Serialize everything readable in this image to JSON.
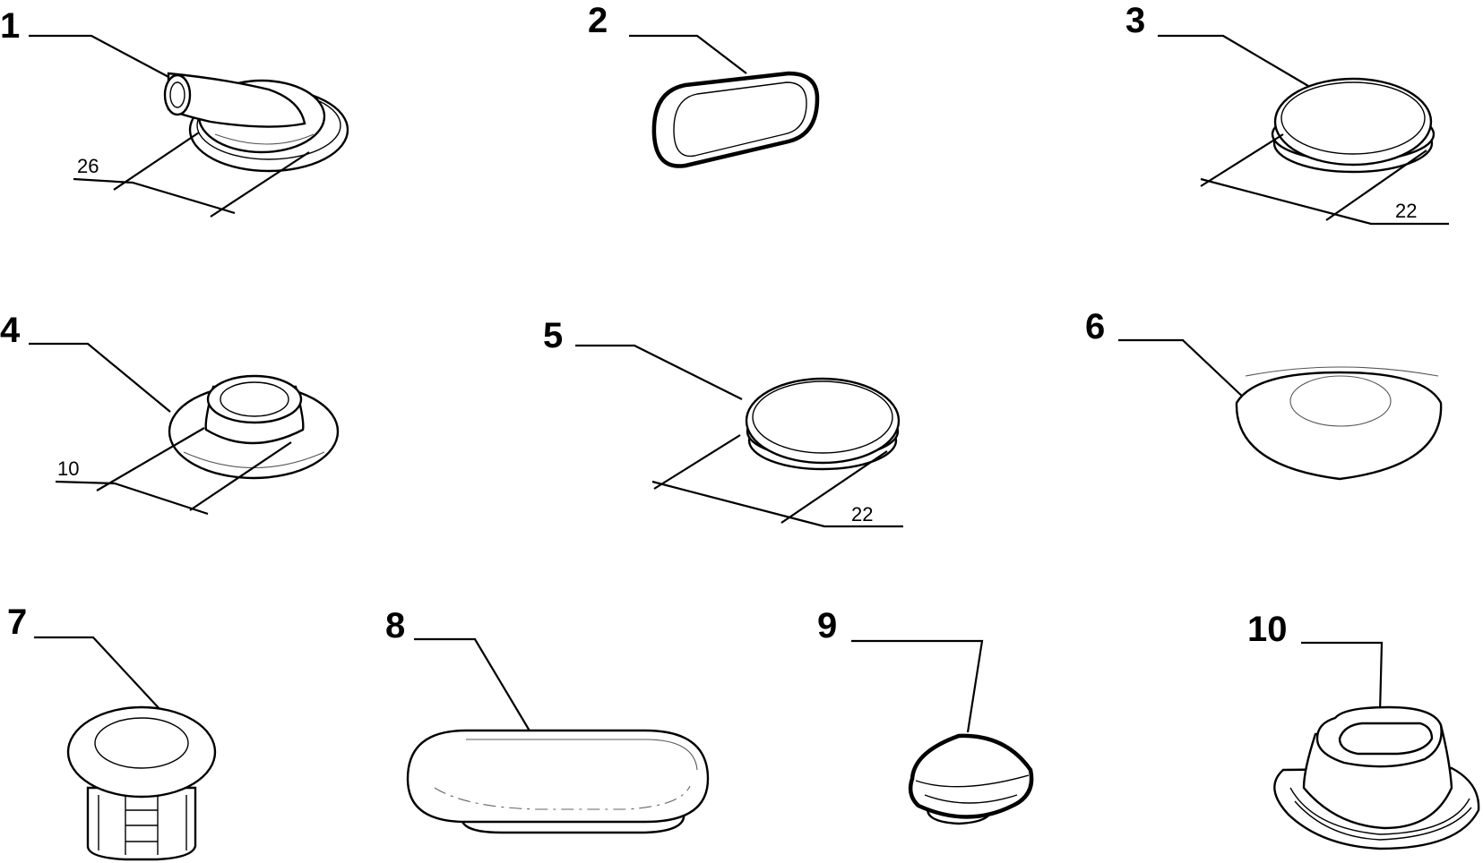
{
  "parts": [
    {
      "id": "part-1",
      "callout": "1",
      "dimension": "26"
    },
    {
      "id": "part-2",
      "callout": "2"
    },
    {
      "id": "part-3",
      "callout": "3",
      "dimension": "22"
    },
    {
      "id": "part-4",
      "callout": "4",
      "dimension": "10"
    },
    {
      "id": "part-5",
      "callout": "5",
      "dimension": "22"
    },
    {
      "id": "part-6",
      "callout": "6"
    },
    {
      "id": "part-7",
      "callout": "7"
    },
    {
      "id": "part-8",
      "callout": "8"
    },
    {
      "id": "part-9",
      "callout": "9"
    },
    {
      "id": "part-10",
      "callout": "10"
    }
  ]
}
